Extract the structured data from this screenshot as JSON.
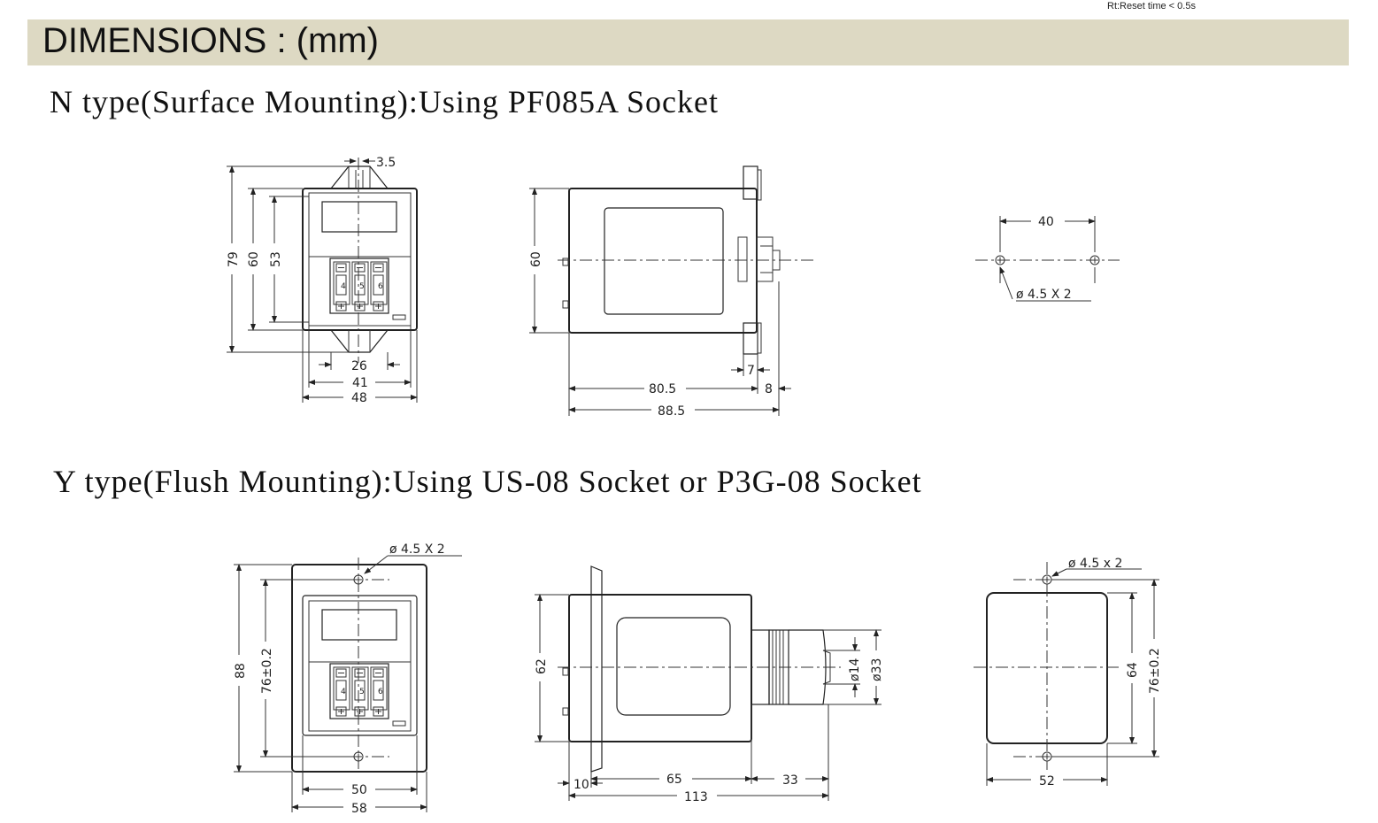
{
  "note": "Rt:Reset time < 0.5s",
  "header": {
    "title": "DIMENSIONS : (mm)"
  },
  "sections": {
    "n_type": {
      "title": "N type(Surface Mounting):Using PF085A Socket"
    },
    "y_type": {
      "title": "Y type(Flush Mounting):Using US-08 Socket or P3G-08 Socket"
    }
  },
  "dims": {
    "n_front": {
      "top_gap": "3.5",
      "h79": "79",
      "h60": "60",
      "h53": "53",
      "w26": "26",
      "w41": "41",
      "w48": "48"
    },
    "n_side": {
      "h60": "60",
      "d7": "7",
      "d8": "8",
      "d80_5": "80.5",
      "d88_5": "88.5"
    },
    "n_holes": {
      "w40": "40",
      "hole": "ø 4.5 X 2"
    },
    "y_front": {
      "hole": "ø 4.5 X 2",
      "h88": "88",
      "h76": "76±0.2",
      "w50": "50",
      "w58": "58"
    },
    "y_side": {
      "h62": "62",
      "d14": "ø14",
      "d33": "ø33",
      "d10": "10",
      "d65": "65",
      "d33b": "33",
      "d113": "113"
    },
    "y_cutout": {
      "hole": "ø 4.5 x 2",
      "h64": "64",
      "h76": "76±0.2",
      "w52": "52"
    }
  },
  "digits": [
    "4",
    "5",
    "6"
  ],
  "icons": [
    "minus-button-icon",
    "plus-button-icon",
    "mounting-hole-icon"
  ]
}
